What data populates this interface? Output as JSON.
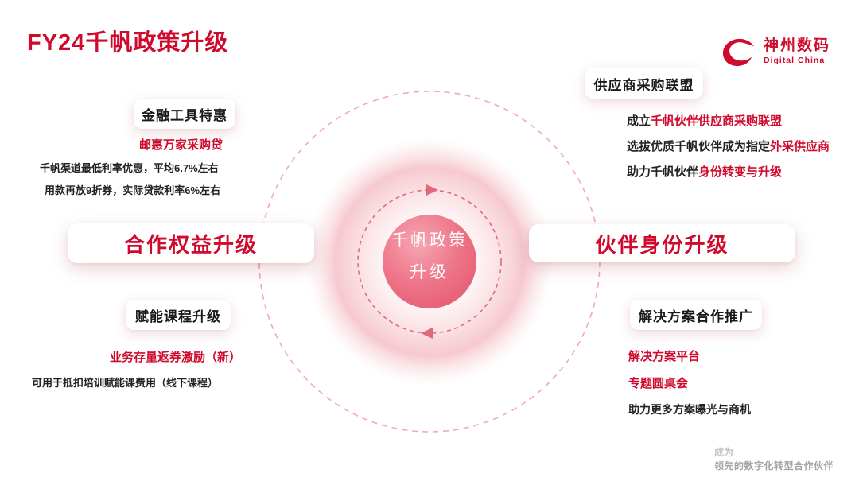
{
  "page": {
    "title": "FY24千帆政策升级",
    "footer_line1": "成为",
    "footer_line2": "领先的数字化转型合作伙伴"
  },
  "logo": {
    "name": "神州数码",
    "subtitle": "Digital China"
  },
  "center": {
    "line1": "千帆政策",
    "line2": "升级"
  },
  "left": {
    "top_card": "金融工具特惠",
    "top_highlight": "邮惠万家采购贷",
    "top_lines": {
      "0": "千帆渠道最低利率优惠，平均6.7%左右",
      "1": "用款再放9折券，实际贷款利率6%左右"
    },
    "main_card": "合作权益升级",
    "bottom_card": "赋能课程升级",
    "bottom_highlight": "业务存量返券激励（新）",
    "bottom_line": "可用于抵扣培训赋能课费用（线下课程）"
  },
  "right": {
    "top_card": "供应商采购联盟",
    "top_lines": {
      "0": {
        "prefix": "成立",
        "highlight": "千帆伙伴供应商采购联盟"
      },
      "1": {
        "prefix": "选拔优质千帆伙伴成为指定",
        "highlight": "外采供应商"
      },
      "2": {
        "prefix": "助力千帆伙伴",
        "highlight": "身份转变与升级"
      }
    },
    "main_card": "伙伴身份升级",
    "bottom_card": "解决方案合作推广",
    "bottom_highlights": {
      "0": "解决方案平台",
      "1": "专题圆桌会"
    },
    "bottom_line": "助力更多方案曝光与商机"
  },
  "colors": {
    "accent": "#cf0a2c",
    "center_ball": "#ec7186",
    "soft_pink": "#f8d2d7"
  }
}
